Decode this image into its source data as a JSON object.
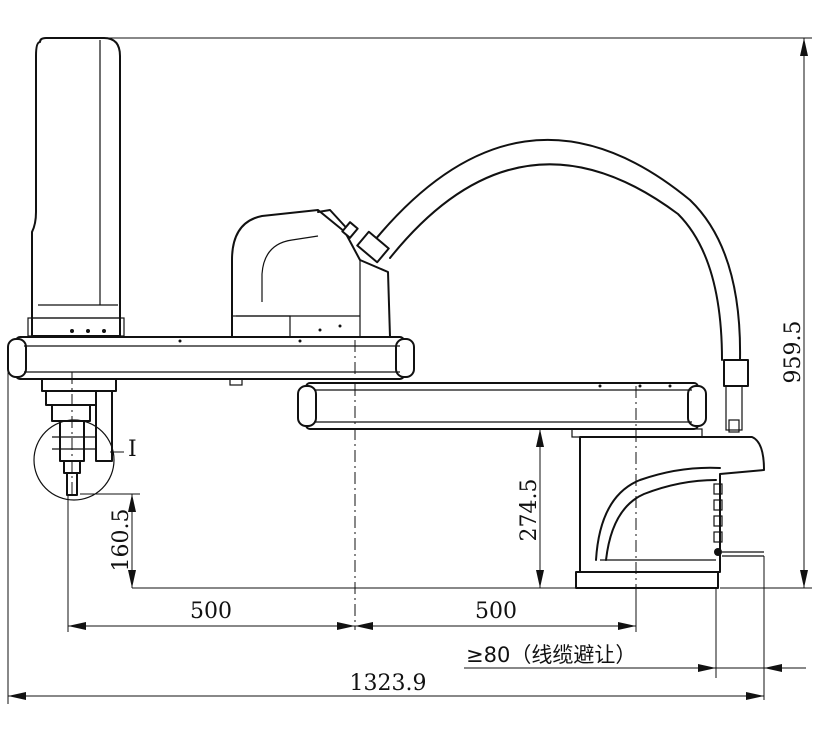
{
  "dimensions": {
    "total_height": "959.5",
    "link_reach_1": "500",
    "link_reach_2": "500",
    "total_length": "1323.9",
    "base_height": "274.5",
    "tool_height": "160.5",
    "cable_clearance": "≥80（线缆避让）"
  },
  "detail_label": "I"
}
